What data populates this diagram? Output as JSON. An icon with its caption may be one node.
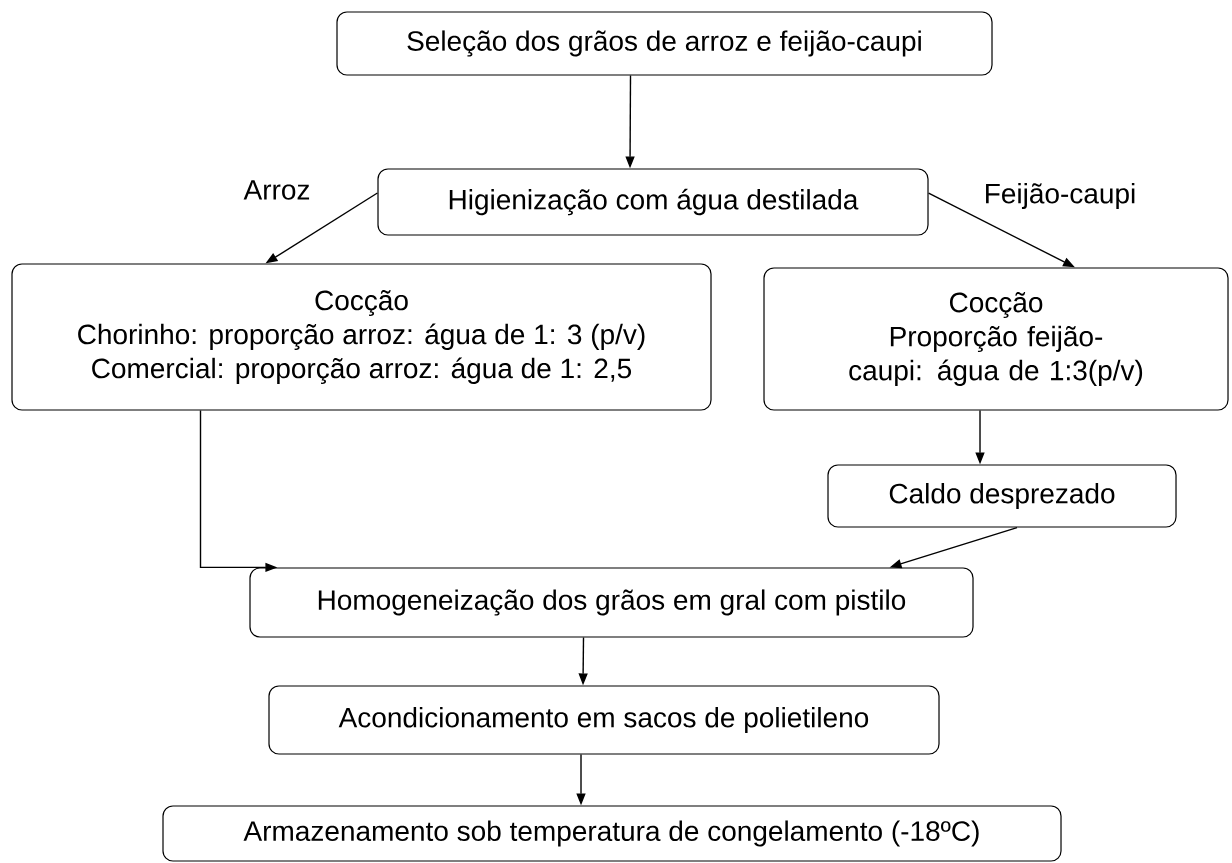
{
  "diagram": {
    "nodes": [
      {
        "text": [
          "Seleção dos grãos de arroz e feijão-caupi"
        ]
      },
      {
        "text": [
          "Higienização com água destilada"
        ]
      },
      {
        "text": [
          "Cocção",
          "Chorinho: proporção arroz: água de 1: 3 (p/v)",
          "Comercial: proporção arroz: água de 1: 2,5"
        ]
      },
      {
        "text": [
          "Cocção",
          "Proporção feijão-caupi: água de 1:3(p/v)"
        ]
      },
      {
        "text": [
          "Caldo desprezado"
        ]
      },
      {
        "text": [
          "Homogeneização dos grãos em gral com pistilo"
        ]
      },
      {
        "text": [
          "Acondicionamento em sacos de polietileno"
        ]
      },
      {
        "text": [
          "Armazenamento sob temperatura de congelamento (-18ºC)"
        ]
      }
    ],
    "edges": [
      {
        "from": 0,
        "to": 1,
        "arrow": "to"
      },
      {
        "from": 1,
        "to": 2,
        "arrow": "to",
        "label": "Arroz"
      },
      {
        "from": 1,
        "to": 3,
        "arrow": "to",
        "label": "Feijão-caupi"
      },
      {
        "from": 2,
        "to": 5,
        "arrow": "to"
      },
      {
        "from": 3,
        "to": 4,
        "arrow": "to"
      },
      {
        "from": 4,
        "to": 5,
        "arrow": "to"
      },
      {
        "from": 5,
        "to": 6,
        "arrow": "to"
      },
      {
        "from": 6,
        "to": 7,
        "arrow": "to"
      }
    ]
  }
}
